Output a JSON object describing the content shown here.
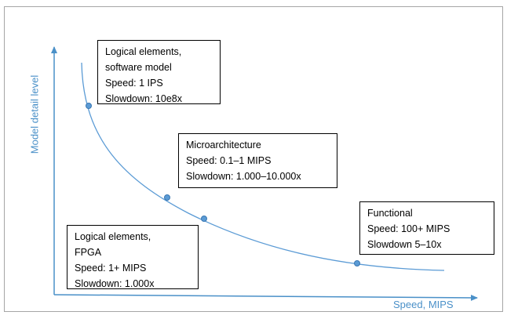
{
  "colors": {
    "axis": "#4a90c8",
    "curve": "#5b9bd5",
    "point_fill": "#5b9bd5",
    "point_stroke": "#3a78b3",
    "box_border": "#000000",
    "frame_border": "#a6a6a6"
  },
  "axes": {
    "y_label": "Model detail level",
    "x_label": "Speed, MIPS"
  },
  "boxes": {
    "software_model": {
      "lines": [
        "Logical elements,",
        "software model",
        "Speed: 1 IPS",
        "Slowdown: 10e8x"
      ]
    },
    "microarchitecture": {
      "lines": [
        "Microarchitecture",
        "Speed: 0.1–1 MIPS",
        "Slowdown: 1.000–10.000x"
      ]
    },
    "functional": {
      "lines": [
        "Functional",
        "Speed: 100+ MIPS",
        "Slowdown 5–10x"
      ]
    },
    "fpga": {
      "lines": [
        "Logical elements,",
        "FPGA",
        "Speed: 1+ MIPS",
        "Slowdown: 1.000x"
      ]
    }
  }
}
